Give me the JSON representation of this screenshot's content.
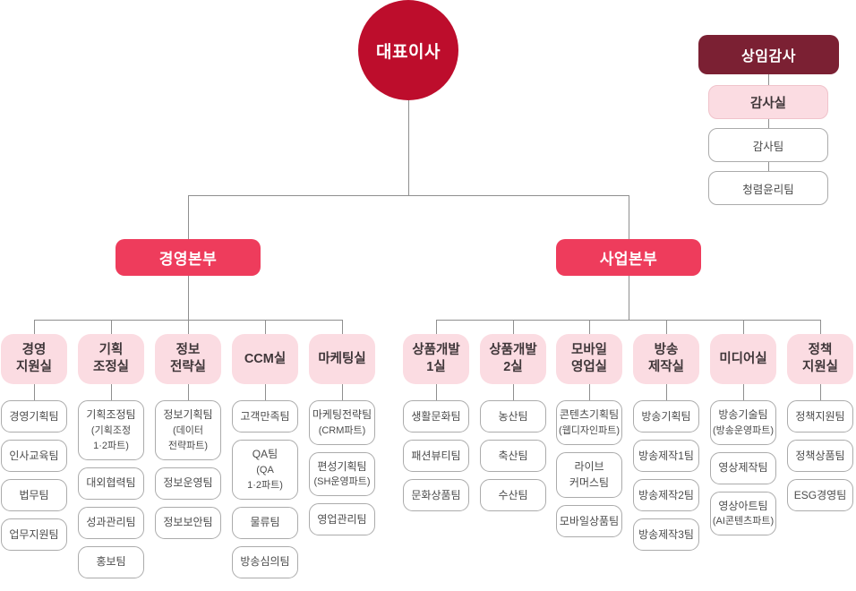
{
  "ceo": {
    "label": "대표이사"
  },
  "audit": {
    "head": "상임감사",
    "office": "감사실",
    "teams": [
      "감사팀",
      "청렴윤리팀"
    ]
  },
  "divisions": [
    {
      "name": "경영본부",
      "offices": [
        {
          "name_lines": [
            "경영",
            "지원실"
          ],
          "teams": [
            [
              "경영기획팀"
            ],
            [
              "인사교육팀"
            ],
            [
              "법무팀"
            ],
            [
              "업무지원팀"
            ]
          ]
        },
        {
          "name_lines": [
            "기획",
            "조정실"
          ],
          "teams": [
            [
              "기획조정팀",
              "(기획조정",
              "1·2파트)"
            ],
            [
              "대외협력팀"
            ],
            [
              "성과관리팀"
            ],
            [
              "홍보팀"
            ]
          ]
        },
        {
          "name_lines": [
            "정보",
            "전략실"
          ],
          "teams": [
            [
              "정보기획팀",
              "(데이터",
              "전략파트)"
            ],
            [
              "정보운영팀"
            ],
            [
              "정보보안팀"
            ]
          ]
        },
        {
          "name_lines": [
            "CCM실"
          ],
          "teams": [
            [
              "고객만족팀"
            ],
            [
              "QA팀",
              "(QA",
              "1·2파트)"
            ],
            [
              "물류팀"
            ],
            [
              "방송심의팀"
            ]
          ]
        },
        {
          "name_lines": [
            "마케팅실"
          ],
          "teams": [
            [
              "마케팅전략팀",
              "(CRM파트)"
            ],
            [
              "편성기획팀",
              "(SH운영파트)"
            ],
            [
              "영업관리팀"
            ]
          ]
        }
      ]
    },
    {
      "name": "사업본부",
      "offices": [
        {
          "name_lines": [
            "상품개발",
            "1실"
          ],
          "teams": [
            [
              "생활문화팀"
            ],
            [
              "패션뷰티팀"
            ],
            [
              "문화상품팀"
            ]
          ]
        },
        {
          "name_lines": [
            "상품개발",
            "2실"
          ],
          "teams": [
            [
              "농산팀"
            ],
            [
              "축산팀"
            ],
            [
              "수산팀"
            ]
          ]
        },
        {
          "name_lines": [
            "모바일",
            "영업실"
          ],
          "teams": [
            [
              "콘텐츠기획팀",
              "(웹디자인파트)"
            ],
            [
              "라이브",
              "커머스팀"
            ],
            [
              "모바일상품팀"
            ]
          ]
        },
        {
          "name_lines": [
            "방송",
            "제작실"
          ],
          "teams": [
            [
              "방송기획팀"
            ],
            [
              "방송제작1팀"
            ],
            [
              "방송제작2팀"
            ],
            [
              "방송제작3팀"
            ]
          ]
        },
        {
          "name_lines": [
            "미디어실"
          ],
          "teams": [
            [
              "방송기술팀",
              "(방송운영파트)"
            ],
            [
              "영상제작팀"
            ],
            [
              "영상아트팀",
              "(AI콘텐츠파트)"
            ]
          ]
        },
        {
          "name_lines": [
            "정책",
            "지원실"
          ],
          "teams": [
            [
              "정책지원팀"
            ],
            [
              "정책상품팀"
            ],
            [
              "ESG경영팀"
            ]
          ]
        }
      ]
    }
  ],
  "colors": {
    "ceo_circle": "#bd0d2c",
    "division_box": "#ee3c5c",
    "office_box_bg": "#fbdce2",
    "audit_head_bg": "#7b2033",
    "team_border": "#ababab",
    "connector_line": "#8f8f8f",
    "office_text": "#3f3639",
    "team_text": "#4c4c4c",
    "background": "#ffffff"
  }
}
